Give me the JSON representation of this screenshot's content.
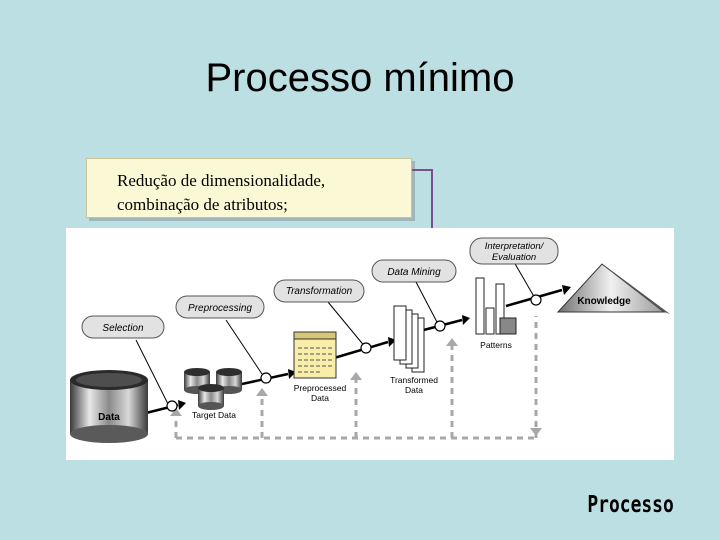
{
  "slide": {
    "title": "Processo mínimo",
    "callout_line1": "Redução de dimensionalidade,",
    "callout_line2": "combinação de atributos;",
    "footer": "Processo"
  },
  "diagram": {
    "steps": {
      "selection": "Selection",
      "preprocessing": "Preprocessing",
      "transformation": "Transformation",
      "data_mining": "Data Mining",
      "interpretation_line1": "Interpretation/",
      "interpretation_line2": "Evaluation"
    },
    "artifacts": {
      "data": "Data",
      "target_data": "Target Data",
      "preprocessed_line1": "Preprocessed",
      "preprocessed_line2": "Data",
      "transformed_line1": "Transformed",
      "transformed_line2": "Data",
      "patterns": "Patterns",
      "knowledge": "Knowledge"
    },
    "colors": {
      "label_box": "#e2e2e2",
      "note_yellow": "#f8eeaa",
      "connector": "#7b4f8c",
      "dashed": "#a8a8a8"
    }
  }
}
